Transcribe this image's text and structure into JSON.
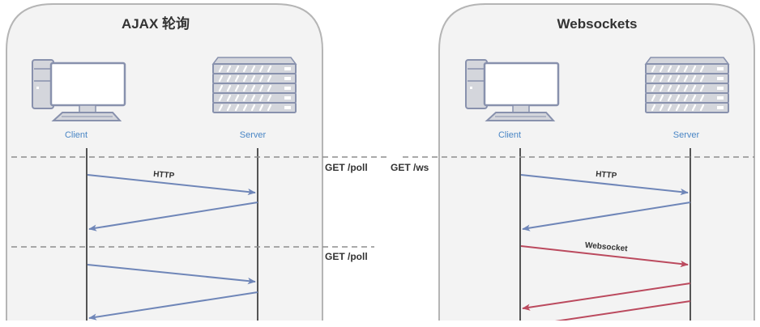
{
  "colors": {
    "panel_fill": "#f3f3f3",
    "panel_border": "#b5b5b5",
    "lifeline": "#555555",
    "dashed": "#8e8e8e",
    "http_arrow": "#6f86b8",
    "websocket_arrow": "#bb4a5e",
    "actor_label": "#4a86c5",
    "icon_stroke": "#8891ad",
    "icon_fill": "#d4d6dc"
  },
  "panels": [
    {
      "id": "ajax",
      "title": "AJAX 轮询",
      "client_label": "Client",
      "server_label": "Server",
      "requests": [
        {
          "label": "GET /poll"
        },
        {
          "label": "GET /poll"
        }
      ],
      "messages": [
        {
          "label": "HTTP",
          "direction": "to-server",
          "kind": "http"
        },
        {
          "label": "",
          "direction": "to-client",
          "kind": "http"
        },
        {
          "label": "",
          "direction": "to-server",
          "kind": "http"
        },
        {
          "label": "",
          "direction": "to-client",
          "kind": "http"
        }
      ]
    },
    {
      "id": "websockets",
      "title": "Websockets",
      "client_label": "Client",
      "server_label": "Server",
      "requests": [
        {
          "label": "GET /ws"
        }
      ],
      "messages": [
        {
          "label": "HTTP",
          "direction": "to-server",
          "kind": "http"
        },
        {
          "label": "",
          "direction": "to-client",
          "kind": "http"
        },
        {
          "label": "Websocket",
          "direction": "to-server",
          "kind": "websocket"
        },
        {
          "label": "",
          "direction": "to-client",
          "kind": "websocket"
        },
        {
          "label": "",
          "direction": "to-client",
          "kind": "websocket"
        }
      ]
    }
  ]
}
